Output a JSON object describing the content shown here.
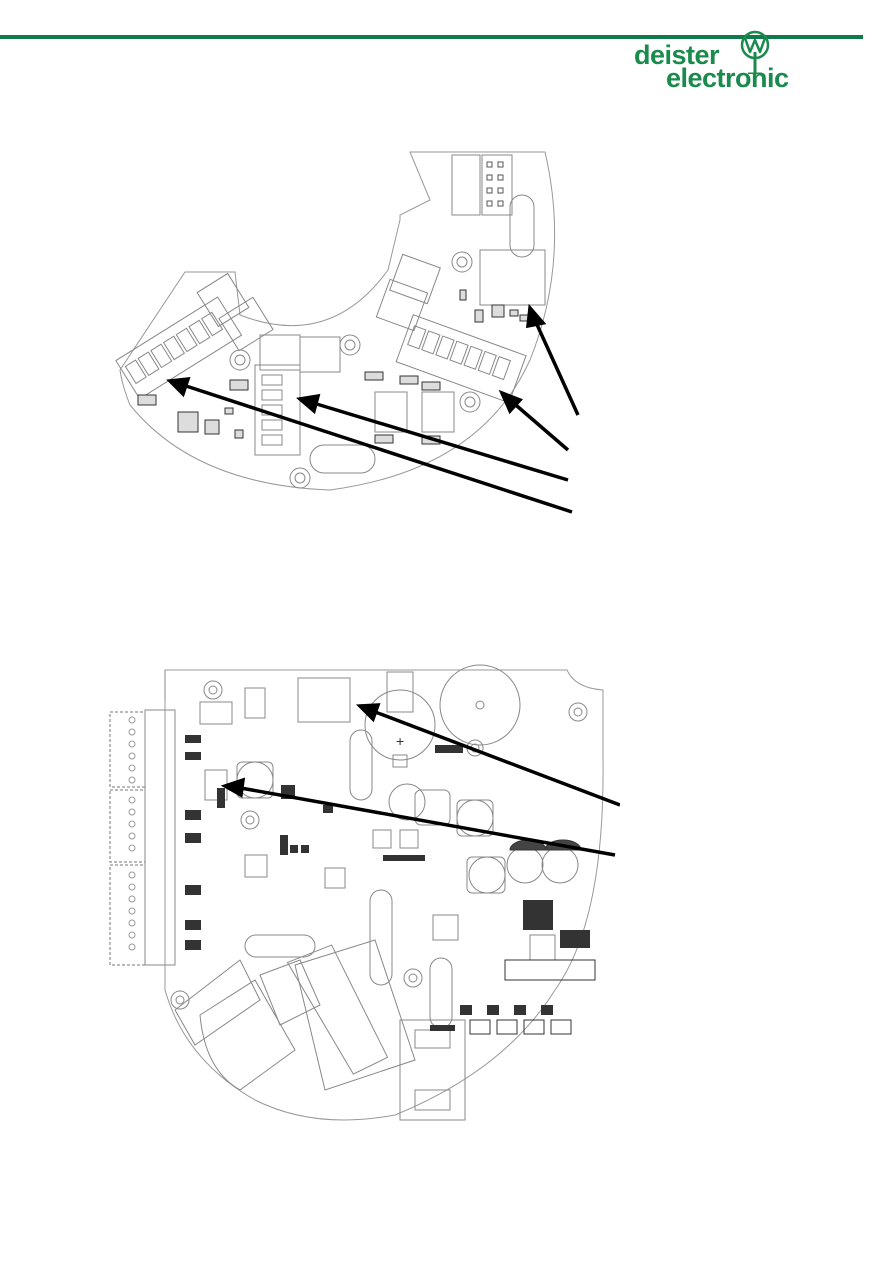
{
  "header": {
    "logo_line1": "deister",
    "logo_line2": "electronic",
    "brand_color": "#1b8a4d",
    "logo_mark": "deister-antenna-icon"
  },
  "figures": [
    {
      "id": "pcb-top-view",
      "callout_arrows": 4
    },
    {
      "id": "pcb-bottom-view",
      "callout_arrows": 2
    }
  ]
}
